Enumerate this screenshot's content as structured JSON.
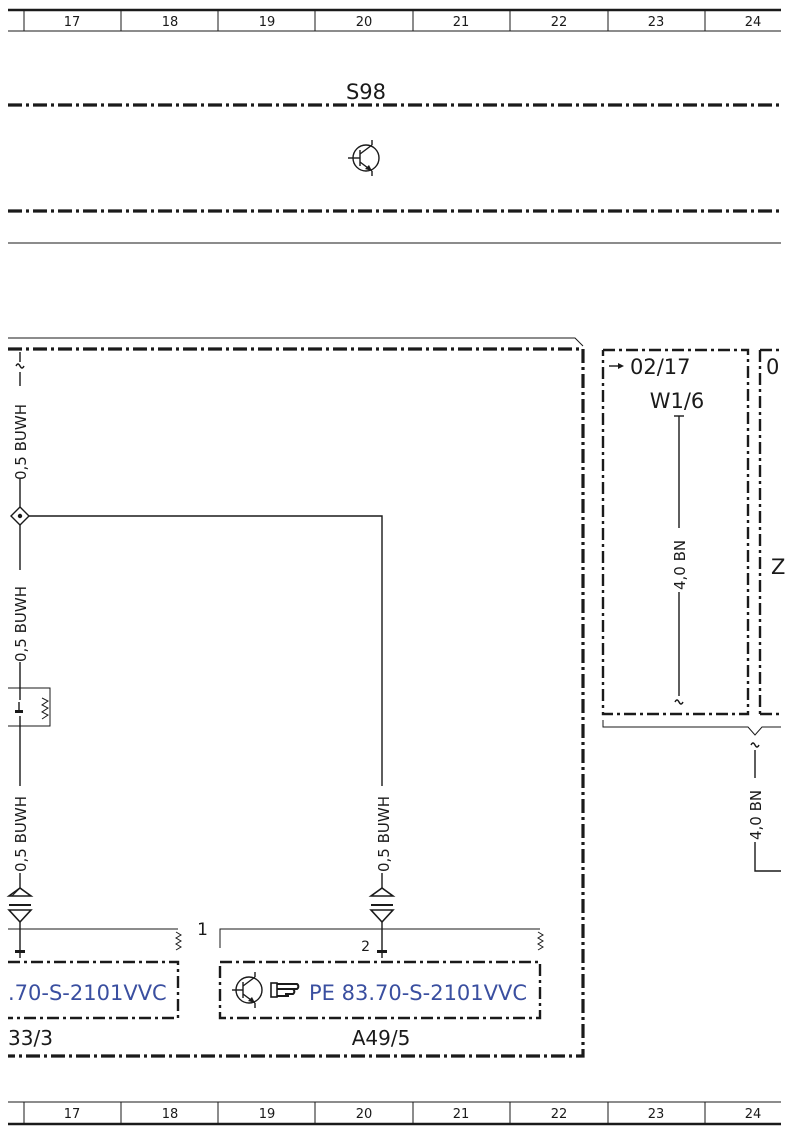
{
  "grid": {
    "columns": [
      "17",
      "18",
      "19",
      "20",
      "21",
      "22",
      "23",
      "24"
    ]
  },
  "top_section": {
    "label": "S98",
    "icon": "transistor-icon"
  },
  "wires": {
    "buwh_1": "0,5 BUWH",
    "buwh_2": "0,5 BUWH",
    "buwh_3": "0,5 BUWH",
    "buwh_4": "0,5 BUWH",
    "bn_1": "4,0 BN",
    "bn_2": "4,0 BN"
  },
  "connector_block": {
    "ref_left": ".70-S-2101VVC",
    "ref_right": "PE 83.70-S-2101VVC",
    "label_left": "33/3",
    "label_right": "A49/5",
    "pin_1": "1",
    "pin_2": "2",
    "icons": [
      "transistor-icon",
      "pointing-hand-icon"
    ]
  },
  "right_box": {
    "nav_ref": "02/17",
    "component": "W1/6",
    "partial_ref": "0",
    "partial_label": "Z"
  },
  "colors": {
    "line": "#1a1a1a",
    "reference_link": "#3a4fa0"
  }
}
